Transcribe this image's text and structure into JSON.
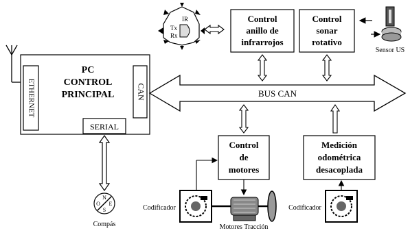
{
  "pc": {
    "title_lines": [
      "PC",
      "CONTROL",
      "PRINCIPAL"
    ],
    "ethernet": "ETHERNET",
    "can": "CAN",
    "serial": "SERIAL"
  },
  "bus": {
    "label": "BUS CAN"
  },
  "modules": {
    "ir_ring": [
      "Control",
      "anillo de",
      "infrarrojos"
    ],
    "sonar": [
      "Control",
      "sonar",
      "rotativo"
    ],
    "motors": [
      "Control",
      "de",
      "motores"
    ],
    "odometry": [
      "Medición",
      "odométrica",
      "desacoplada"
    ]
  },
  "ir_sensor": {
    "ir": "IR",
    "tx": "Tx",
    "rx": "Rx"
  },
  "labels": {
    "sensor_us": "Sensor US",
    "encoder_left": "Codificador",
    "encoder_right": "Codificador",
    "motors": "Motores Tracción",
    "compass": "Compás"
  },
  "compass_letters": {
    "n": "N",
    "s": "S",
    "e": "E",
    "o": "O"
  }
}
